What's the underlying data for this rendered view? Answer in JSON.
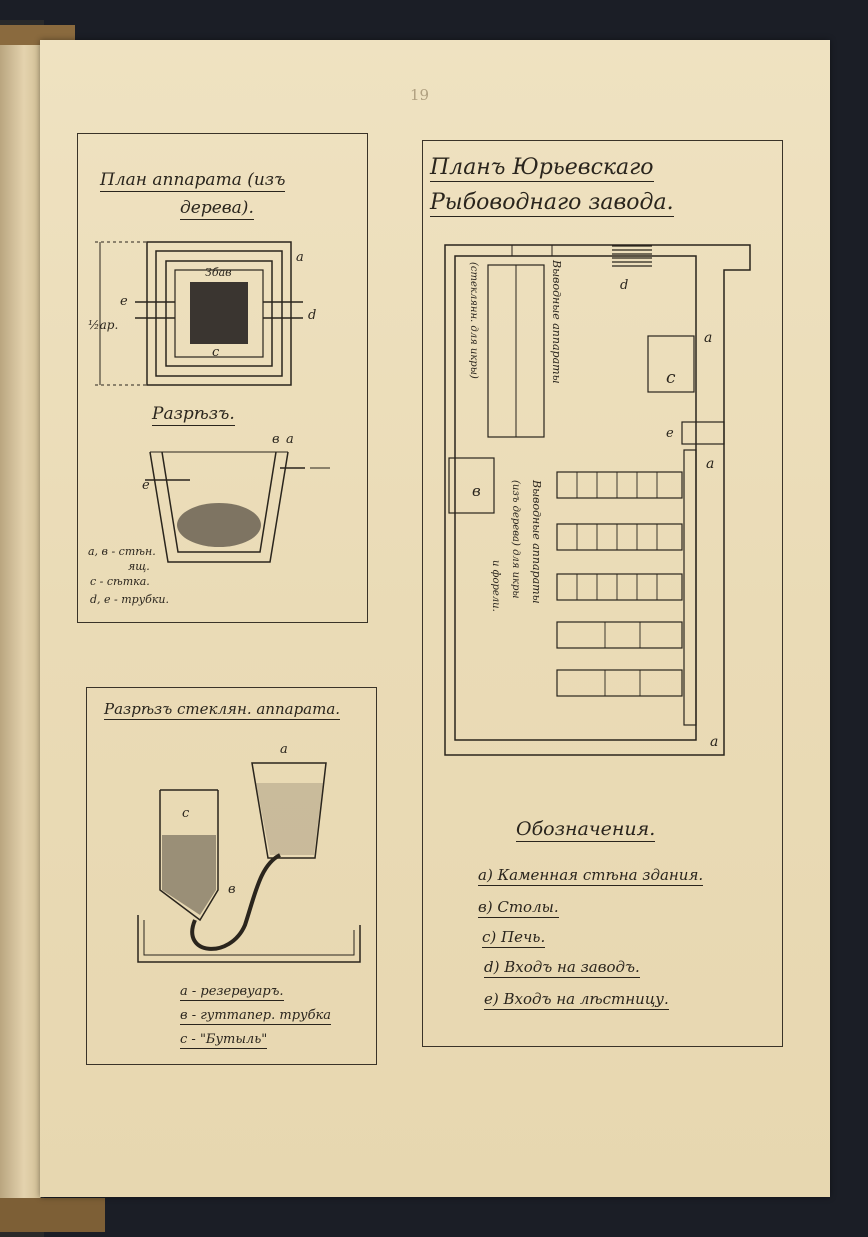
{
  "page_number": "19",
  "apparatus_plan": {
    "title_line1": "План аппарата (изъ",
    "title_line2": "дерева).",
    "dim_label": "½ар.",
    "letters": {
      "a": "а",
      "b": "в",
      "c": "с",
      "d": "d",
      "e": "е",
      "top": "Збав"
    },
    "section_title": "Разрѣзъ.",
    "legend": [
      "а, в - стѣн.",
      "ящ.",
      "с - сѣтка.",
      "d, е - трубки."
    ]
  },
  "glass_apparatus": {
    "title": "Разрѣзъ стеклян. аппарата.",
    "letters": {
      "a": "а",
      "b": "в",
      "c": "с"
    },
    "legend": [
      "а - резервуаръ.",
      "в - гуттапер. трубка",
      "с - \"Бутыль\""
    ]
  },
  "plant_plan": {
    "title_line1": "Планъ Юрьевскаго",
    "title_line2": "Рыбоводнаго завода.",
    "vertical_labels": [
      "Выводные аппараты",
      "(стеклянн. для икры)",
      "Выводные аппараты",
      "(изъ дерева) для икры",
      "и форели."
    ],
    "letters": {
      "a": "а",
      "b": "в",
      "c": "с",
      "d": "d",
      "e": "е"
    },
    "legend_title": "Обозначения.",
    "legend": [
      "а) Каменная стѣна здания.",
      "в) Столы.",
      "с) Печь.",
      "d) Входъ на заводъ.",
      "е) Входъ на лѣстницу."
    ]
  }
}
